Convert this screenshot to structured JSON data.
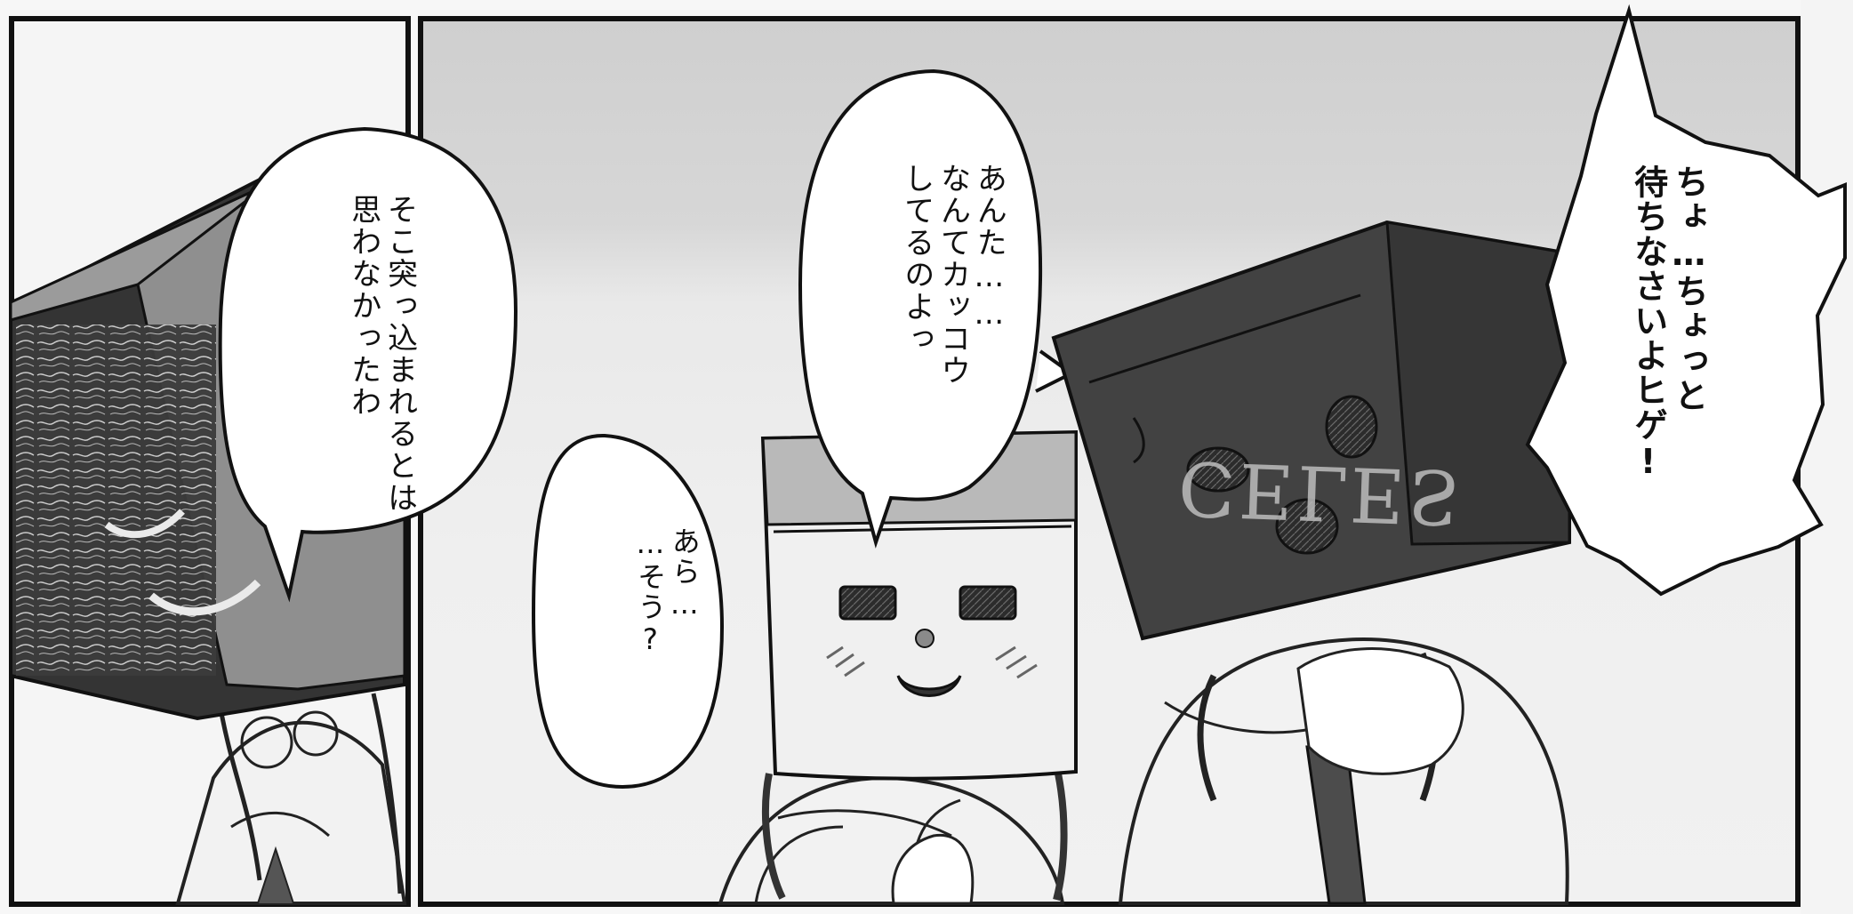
{
  "bubbles": [
    {
      "id": "left_bubble",
      "text": "そこ突っ込まれるとは\n思わなかったわ"
    },
    {
      "id": "center_bubble",
      "text": "あんた……\nなんてカッコウ\nしてるのよっ"
    },
    {
      "id": "right_bubble",
      "text": "ちょ…ちょっと\n待ちなさいよヒゲ!"
    },
    {
      "id": "small_bubble",
      "text": "あら…\n…そう?"
    }
  ],
  "box_label": "CELES"
}
